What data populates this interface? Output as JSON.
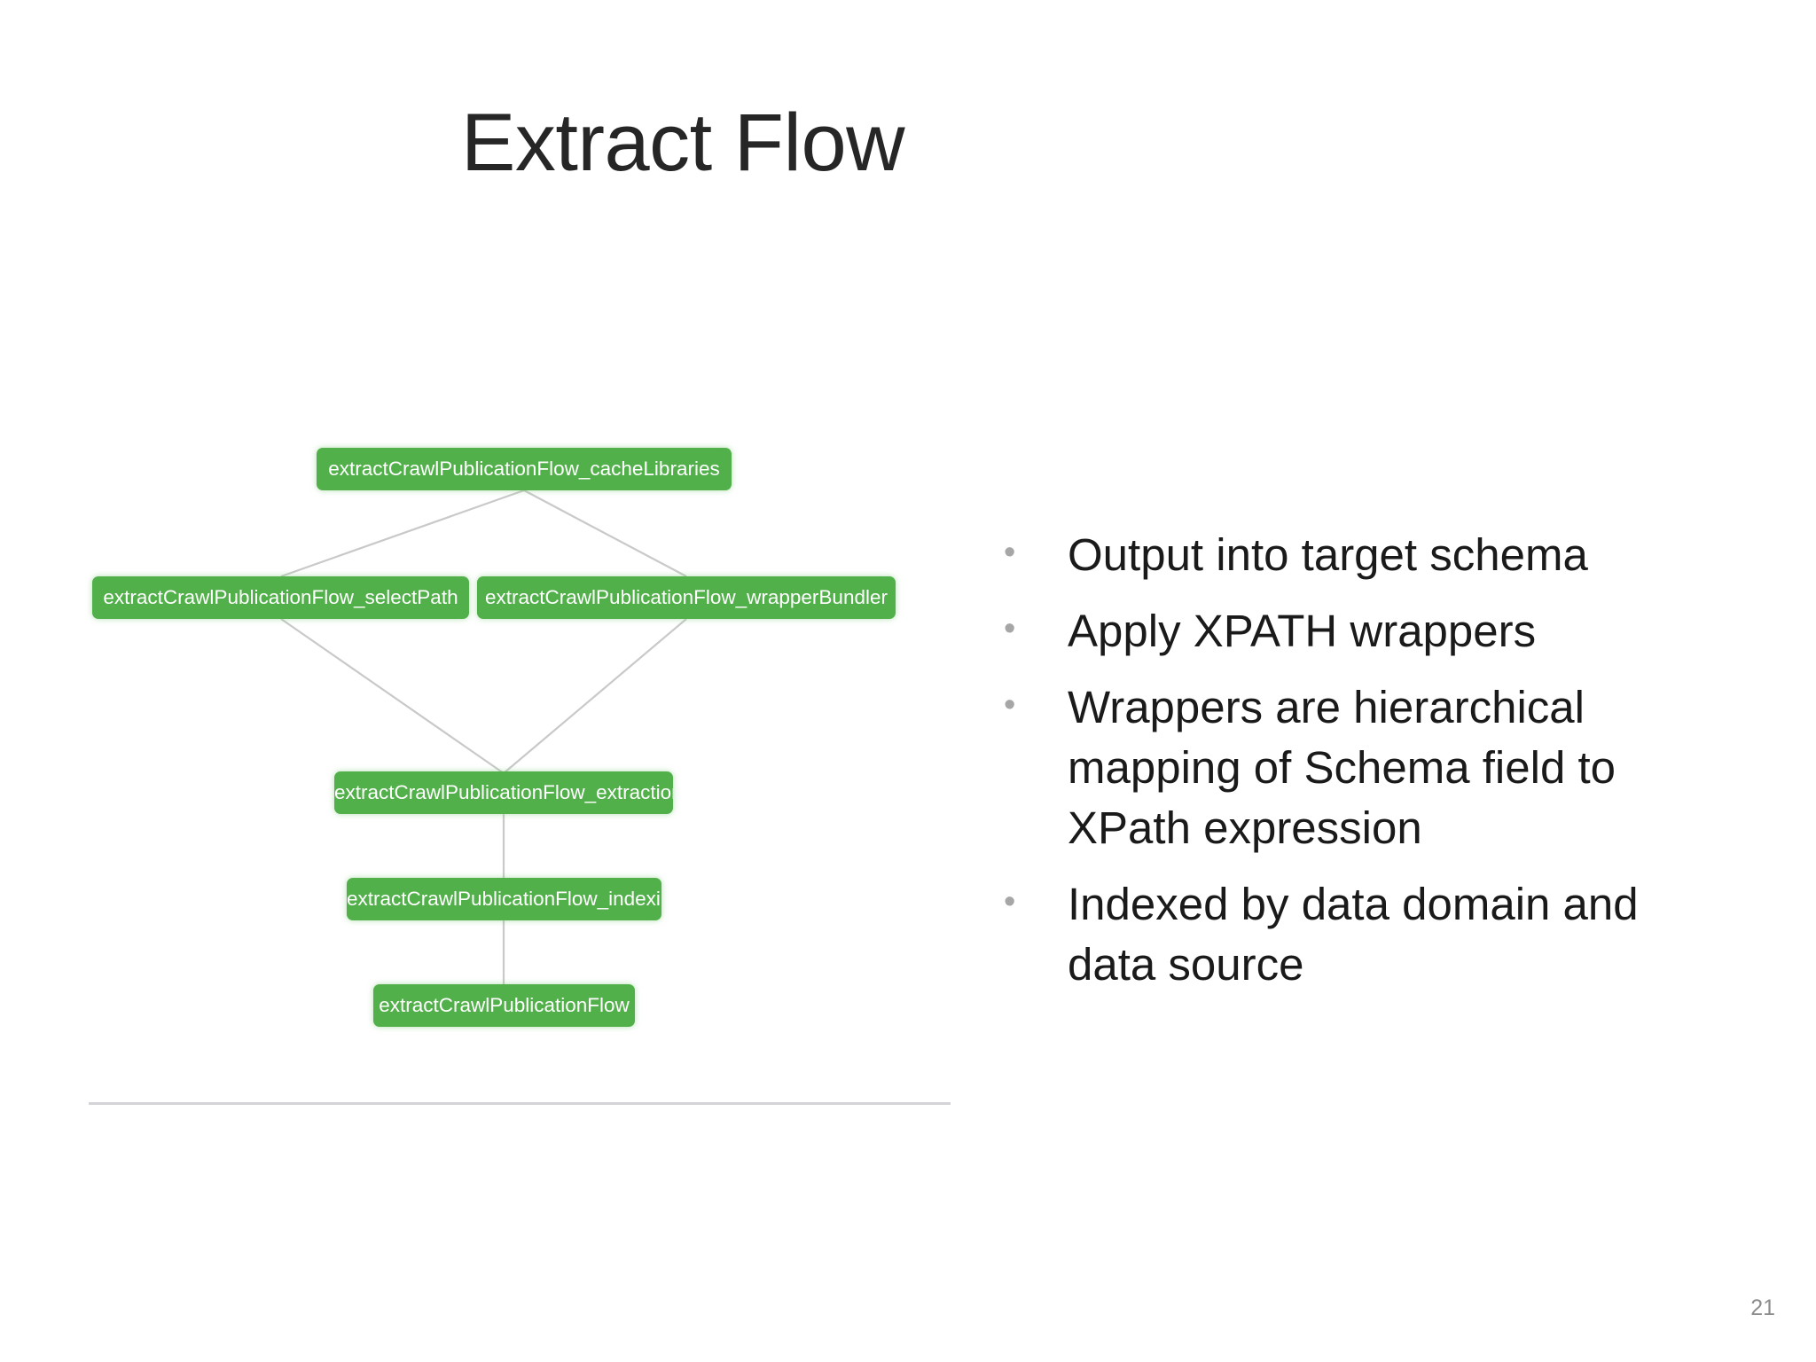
{
  "slide": {
    "title": "Extract Flow",
    "page_number": "21",
    "accent_color": "#52b04a",
    "title_color": "#262626",
    "bullet_marker_color": "#a6a6a6",
    "divider_color": "#d4d4d8"
  },
  "diagram": {
    "type": "flow-graph",
    "nodes": [
      {
        "id": "cache",
        "label": "extractCrawlPublicationFlow_cacheLibraries"
      },
      {
        "id": "selectpath",
        "label": "extractCrawlPublicationFlow_selectPath"
      },
      {
        "id": "wrapper",
        "label": "extractCrawlPublicationFlow_wrapperBundler"
      },
      {
        "id": "extraction",
        "label": "extractCrawlPublicationFlow_extraction"
      },
      {
        "id": "indexing",
        "label": "extractCrawlPublicationFlow_indexing"
      },
      {
        "id": "flow",
        "label": "extractCrawlPublicationFlow"
      }
    ],
    "edges": [
      {
        "from": "cache",
        "to": "selectpath"
      },
      {
        "from": "cache",
        "to": "wrapper"
      },
      {
        "from": "selectpath",
        "to": "extraction"
      },
      {
        "from": "wrapper",
        "to": "extraction"
      },
      {
        "from": "extraction",
        "to": "indexing"
      },
      {
        "from": "indexing",
        "to": "flow"
      }
    ]
  },
  "bullets": {
    "marker": "•",
    "items": [
      {
        "text": "Output into target schema"
      },
      {
        "text": "Apply XPATH wrappers"
      },
      {
        "text": "Wrappers are hierarchical mapping of Schema field to XPath expression"
      },
      {
        "text": "Indexed by data domain and data source"
      }
    ]
  }
}
